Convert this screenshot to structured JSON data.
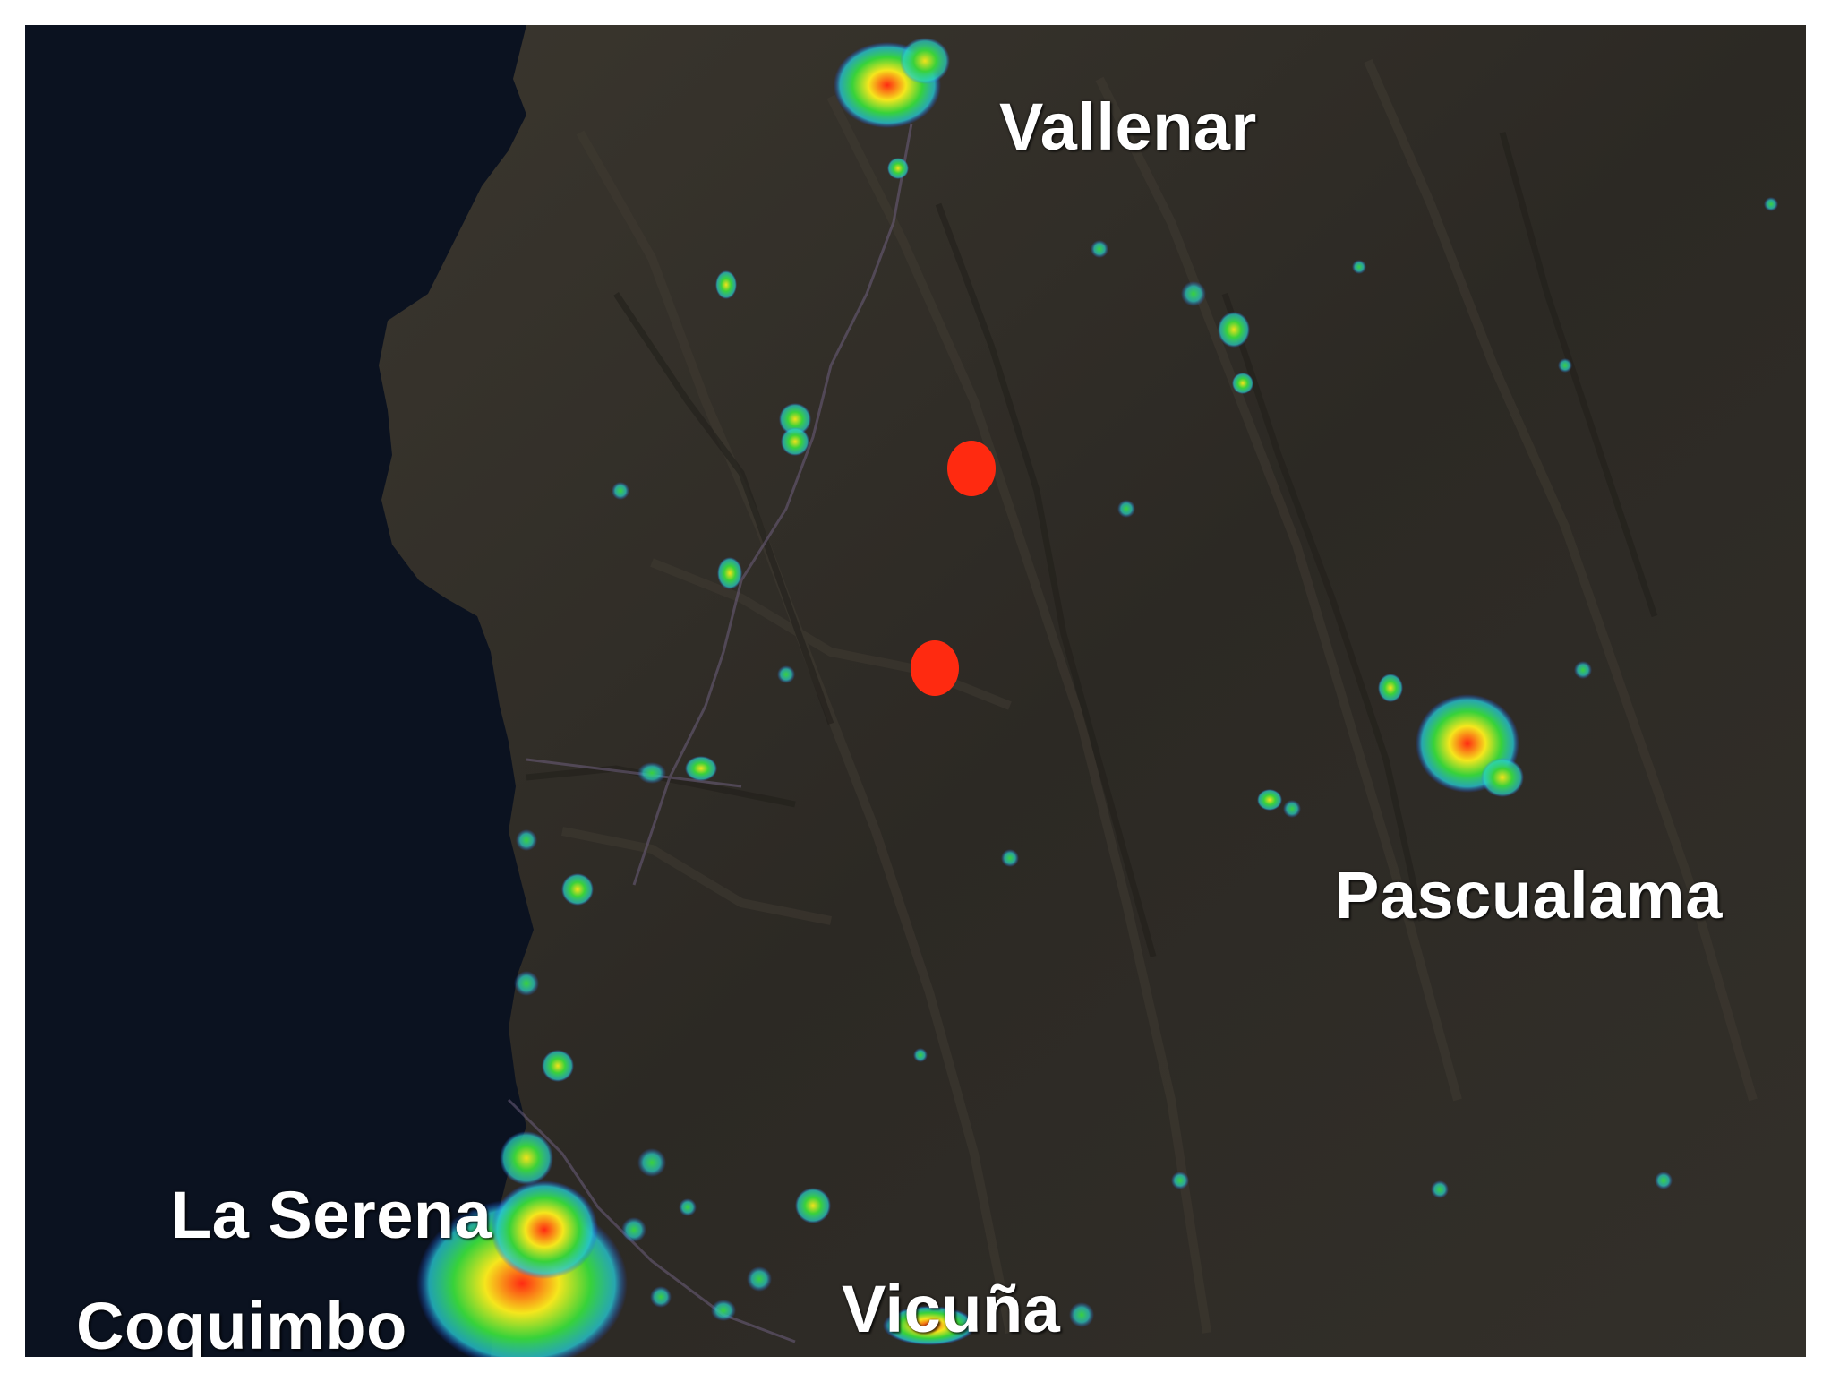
{
  "map": {
    "places": [
      {
        "id": "vallenar",
        "name": "Vallenar"
      },
      {
        "id": "pascualama",
        "name": "Pascualama"
      },
      {
        "id": "la-serena",
        "name": "La Serena"
      },
      {
        "id": "coquimbo",
        "name": "Coquimbo"
      },
      {
        "id": "vicuna",
        "name": "Vicuña"
      }
    ],
    "marker_color": "#ff2a10",
    "ocean_color": "#0b1220",
    "land_color": "#2c2924",
    "light_colors": [
      "#2b6cff",
      "#29d3c9",
      "#3ad13a",
      "#f2e21b",
      "#ff3b1f"
    ]
  }
}
